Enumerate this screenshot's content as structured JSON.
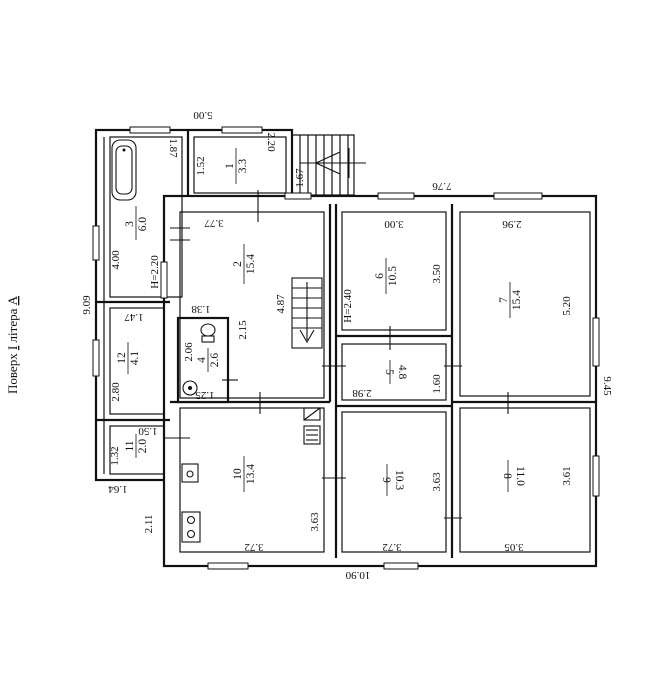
{
  "title": "Поверх I літера А",
  "title_parts": {
    "prefix": "Поверх ",
    "floor": "I",
    "middle": " літера ",
    "letter": "А"
  },
  "overall_dims": {
    "top_left": "5.00",
    "top_right": "7.76",
    "bottom": "10.90",
    "left": "9.09",
    "right": "9.45"
  },
  "rooms": [
    {
      "id": "r1",
      "num": "1",
      "area": "3.3",
      "dims": [
        "1.52",
        "2.20",
        "1.67"
      ]
    },
    {
      "id": "r2",
      "num": "2",
      "area": "15.4",
      "dims": [
        "3.77",
        "4.87",
        "2.15",
        "1.38"
      ],
      "height": "H=2.20"
    },
    {
      "id": "r3",
      "num": "3",
      "area": "6.0",
      "dims": [
        "1.87",
        "4.00"
      ]
    },
    {
      "id": "r4",
      "num": "4",
      "area": "2.6",
      "dims": [
        "2.06",
        "1.25"
      ]
    },
    {
      "id": "r5",
      "num": "5",
      "area": "4.8",
      "dims": [
        "2.98",
        "1.60"
      ]
    },
    {
      "id": "r6",
      "num": "6",
      "area": "10.5",
      "dims": [
        "3.00",
        "3.50"
      ],
      "height": "H=2.40"
    },
    {
      "id": "r7",
      "num": "7",
      "area": "15.4",
      "dims": [
        "2.96",
        "5.20"
      ]
    },
    {
      "id": "r8",
      "num": "8",
      "area": "11.0",
      "dims": [
        "3.05",
        "3.61"
      ]
    },
    {
      "id": "r9",
      "num": "9",
      "area": "10.3",
      "dims": [
        "3.72",
        "3.63"
      ]
    },
    {
      "id": "r10",
      "num": "10",
      "area": "13.4",
      "dims": [
        "3.72",
        "3.63"
      ]
    },
    {
      "id": "r11",
      "num": "11",
      "area": "2.0",
      "dims": [
        "1.50",
        "1.32",
        "1.64"
      ]
    },
    {
      "id": "r12",
      "num": "12",
      "area": "4.1",
      "dims": [
        "1.47",
        "2.80"
      ]
    }
  ],
  "extra_dims": {
    "left_lower": "2.11"
  }
}
